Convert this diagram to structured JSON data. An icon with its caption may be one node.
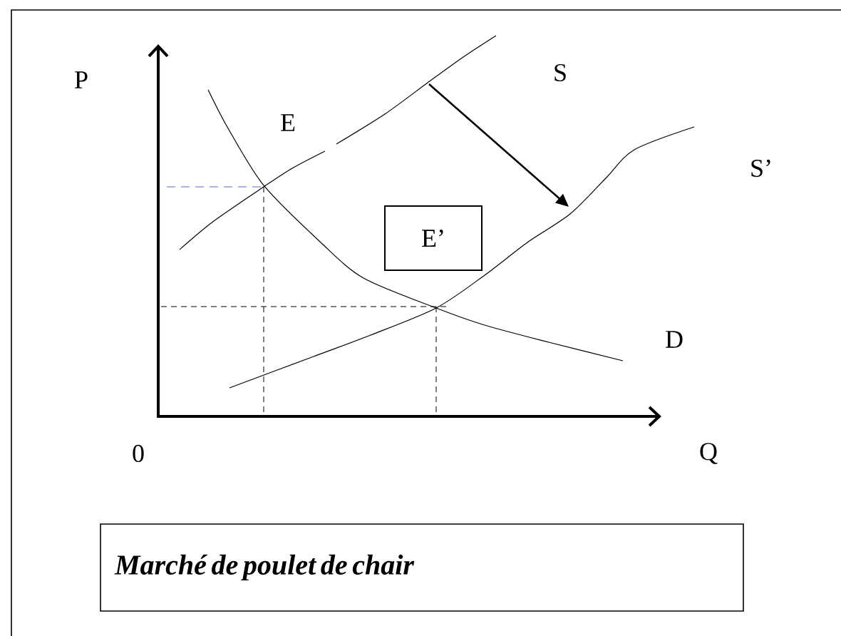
{
  "diagram": {
    "nodes": [
      {
        "text": [
          "E’"
        ]
      },
      {
        "text": [
          "Marché de poulet de chair"
        ]
      }
    ],
    "labels": [
      "P",
      "E",
      "S",
      "S’",
      "D",
      "0",
      "Q"
    ]
  }
}
